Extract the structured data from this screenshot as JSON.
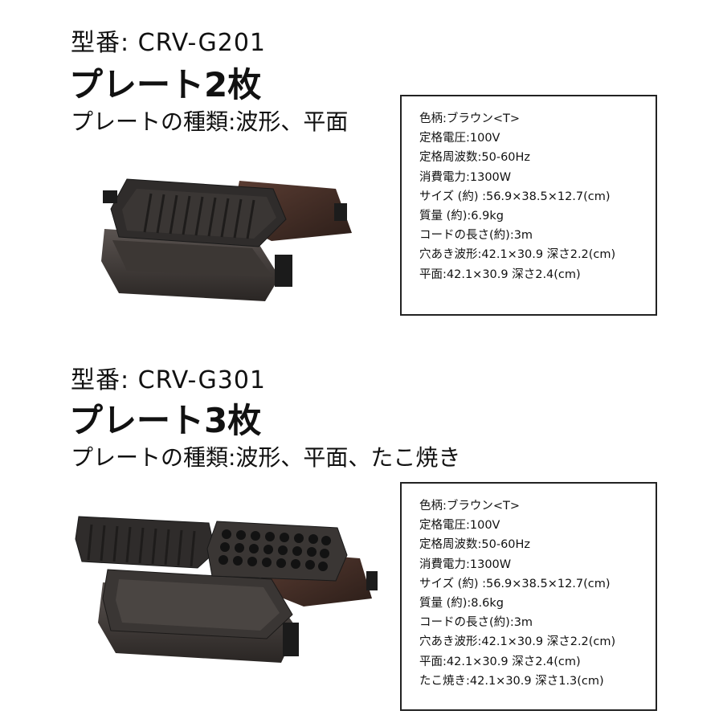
{
  "products": [
    {
      "model_label": "型番: CRV-G201",
      "plates_label": "プレート2枚",
      "plate_types": "プレートの種類:波形、平面",
      "specs": [
        "色柄:ブラウン<T>",
        "定格電圧:100V",
        "定格周波数:50-60Hz",
        "消費電力:1300W",
        "サイズ (約) :56.9×38.5×12.7(cm)",
        "質量 (約):6.9kg",
        "コードの長さ(約):3m",
        "穴あき波形:42.1×30.9 深さ2.2(cm)",
        "平面:42.1×30.9 深さ2.4(cm)"
      ]
    },
    {
      "model_label": "型番: CRV-G301",
      "plates_label": "プレート3枚",
      "plate_types": "プレートの種類:波形、平面、たこ焼き",
      "specs": [
        "色柄:ブラウン<T>",
        "定格電圧:100V",
        "定格周波数:50-60Hz",
        "消費電力:1300W",
        "サイズ (約) :56.9×38.5×12.7(cm)",
        "質量 (約):8.6kg",
        "コードの長さ(約):3m",
        "穴あき波形:42.1×30.9 深さ2.2(cm)",
        "平面:42.1×30.9 深さ2.4(cm)",
        "たこ焼き:42.1×30.9 深さ1.3(cm)"
      ]
    }
  ]
}
